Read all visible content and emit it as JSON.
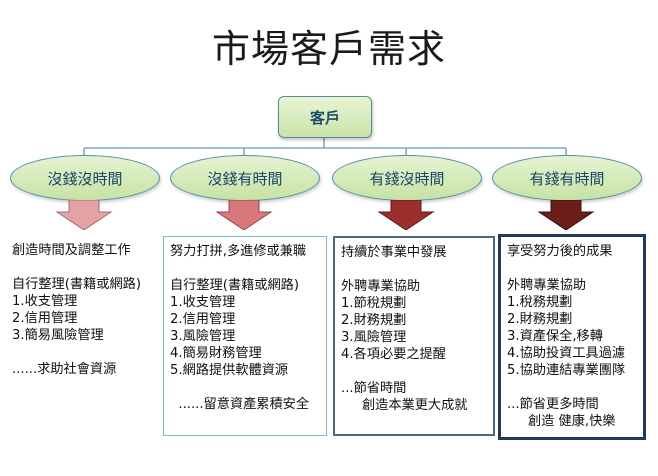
{
  "title": "市場客戶需求",
  "root": {
    "label": "客戶"
  },
  "categories": [
    {
      "label": "沒錢沒時間",
      "arrow_color": "#e3a3a5",
      "lines": [
        "創造時間及調整工作",
        "",
        "自行整理(書籍或網路)",
        "1.收支管理",
        "2.信用管理",
        "3.簡易風險管理",
        "",
        "......求助社會資源"
      ]
    },
    {
      "label": "沒錢有時間",
      "arrow_color": "#d9787c",
      "lines": [
        "努力打拼,多進修或兼職",
        "",
        "自行整理(書籍或網路)",
        "1.收支管理",
        "2.信用管理",
        "3.風險管理",
        "4.簡易財務管理",
        "5.網路提供軟體資源",
        "",
        "  ......留意資產累積安全"
      ]
    },
    {
      "label": "有錢沒時間",
      "arrow_color": "#9b2f2e",
      "lines": [
        "持續於事業中發展",
        "",
        "外聘專業協助",
        "1.節稅規劃",
        "2.財務規劃",
        "3.風險管理",
        "4.各項必要之提醒",
        "",
        "...節省時間",
        "     創造本業更大成就"
      ]
    },
    {
      "label": "有錢有時間",
      "arrow_color": "#6b1d1a",
      "lines": [
        "享受努力後的成果",
        "",
        "外聘專業協助",
        "1.稅務規劃",
        "2.財務規劃",
        "3.資產保全,移轉",
        "4.協助投資工具過濾",
        "5.協助連結專業團隊",
        "",
        "...節省更多時間",
        "     創造 健康,快樂"
      ]
    }
  ]
}
